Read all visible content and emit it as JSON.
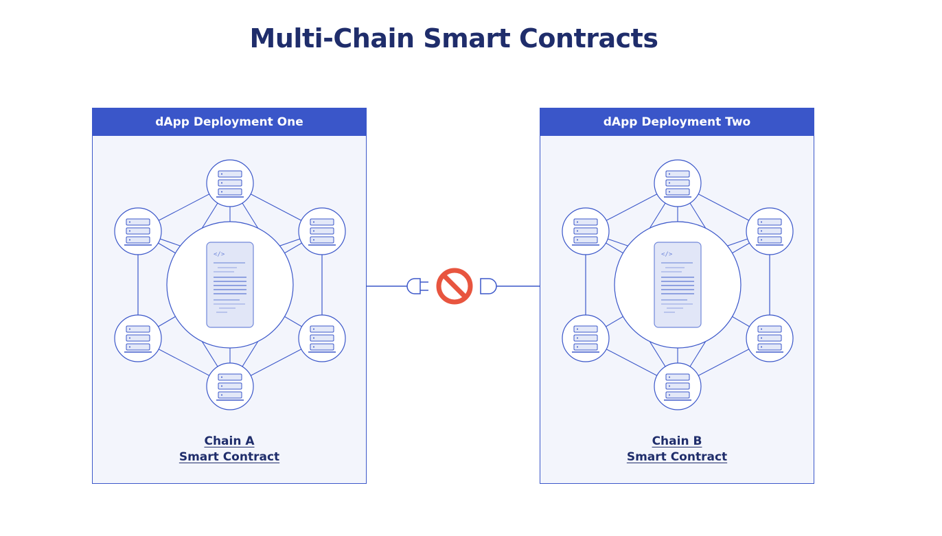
{
  "title": "Multi-Chain Smart Contracts",
  "colors": {
    "accent": "#3a56c9",
    "title": "#1f2d6b",
    "panel_bg": "#f3f5fc",
    "blocked": "#e8553f"
  },
  "deployments": [
    {
      "header": "dApp Deployment One",
      "chain": "Chain A",
      "contract": "Smart Contract"
    },
    {
      "header": "dApp Deployment Two",
      "chain": "Chain B",
      "contract": "Smart Contract"
    }
  ],
  "icons": {
    "node": "server-icon",
    "center": "code-document-icon",
    "blocked": "no-entry-icon",
    "plug": "plug-icon",
    "socket": "socket-icon"
  }
}
